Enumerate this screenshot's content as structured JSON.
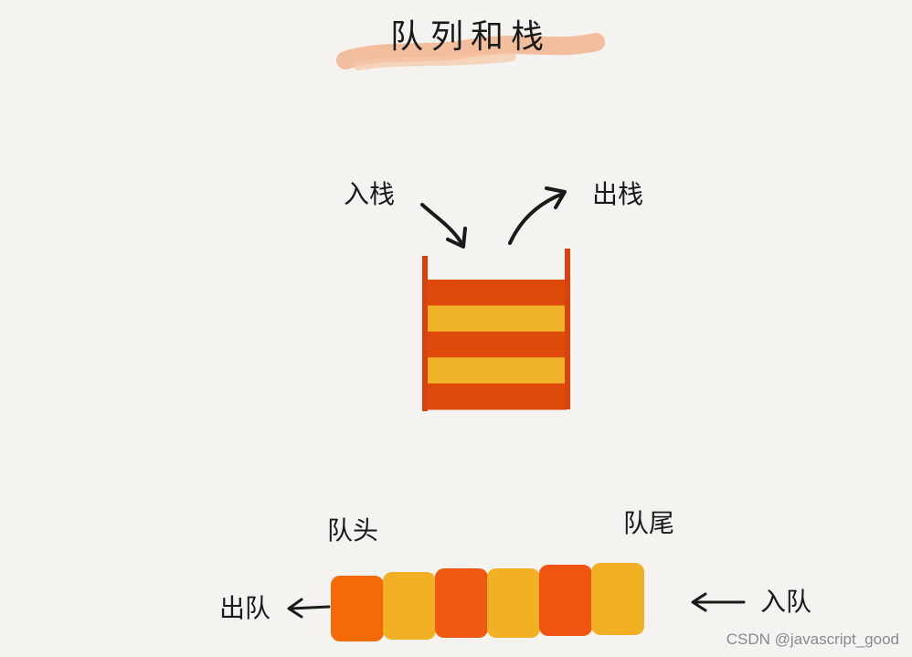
{
  "title": "队列和栈",
  "stack": {
    "push_label": "入栈",
    "pop_label": "出栈",
    "layer_colors": [
      "#dd4a0a",
      "#f0b42a",
      "#dd4a0a",
      "#f0b42a",
      "#dd4a0a"
    ]
  },
  "queue": {
    "head_label": "队头",
    "tail_label": "队尾",
    "dequeue_label": "出队",
    "enqueue_label": "入队",
    "block_colors": [
      "#f26a0a",
      "#f2b024",
      "#ee5a12",
      "#f2b024",
      "#ef5510",
      "#f2b024"
    ]
  },
  "watermark": "CSDN @javascript_good",
  "colors": {
    "title_highlight": "#f2b48f",
    "stack_wall": "#d8420c",
    "ink": "#1a1a1a"
  }
}
